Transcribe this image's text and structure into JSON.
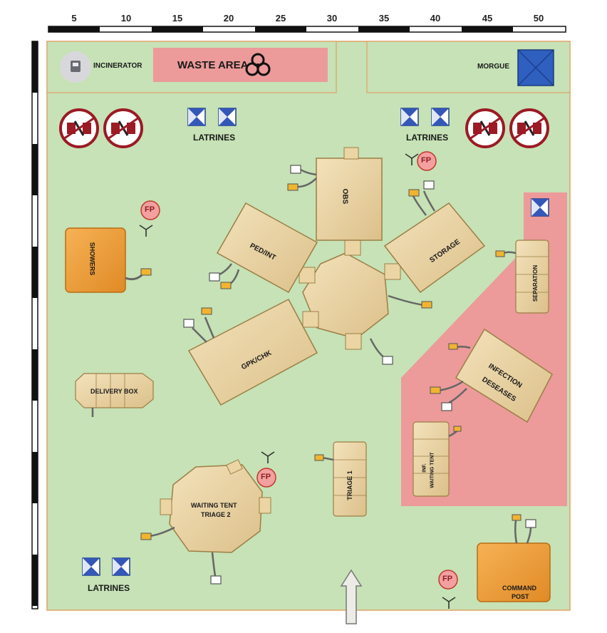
{
  "scale": {
    "ticks": [
      "5",
      "10",
      "15",
      "20",
      "25",
      "30",
      "35",
      "40",
      "45",
      "50"
    ]
  },
  "labels": {
    "incinerator": "INCINERATOR",
    "waste_area": "WASTE AREA",
    "morgue": "MORGUE",
    "latrines_left": "LATRINES",
    "latrines_right": "LATRINES",
    "latrines_bottom": "LATRINES",
    "showers": "SHOWERS",
    "delivery_box": "DELIVERY BOX",
    "obs": "OBS",
    "ped_int": "PED/INT",
    "storage": "STORAGE",
    "gpk_chk": "GPK/CHK",
    "separation": "SEPARATION",
    "infection_line1": "INFECTION",
    "infection_line2": "DESEASES",
    "inf_waiting_line1": "INF.",
    "inf_waiting_line2": "WAITING TENT",
    "triage1": "TRIAGE 1",
    "waiting_line1": "WAITING TENT",
    "waiting_line2": "TRIAGE 2",
    "command_line1": "COMMAND",
    "command_line2": "POST",
    "fp": "FP"
  },
  "colors": {
    "site_green": "#c6e2b6",
    "restricted_red": "#ec9a9a",
    "tent_tan": "#ecd5a4",
    "tent_orange": "#f0a040",
    "morgue_blue": "#2f5fbf",
    "latrine_blue": "#3457b8"
  }
}
